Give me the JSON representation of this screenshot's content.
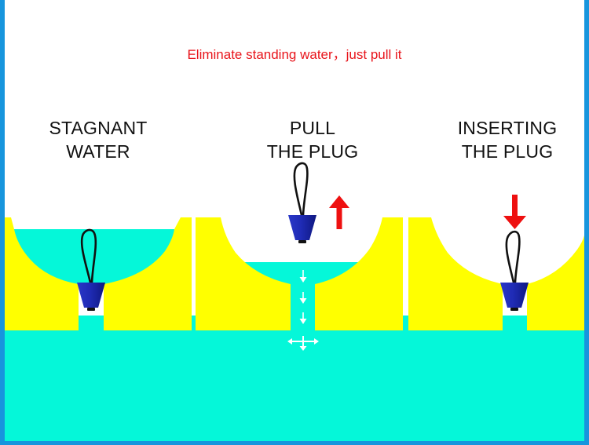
{
  "title": "Eliminate standing water，just pull it",
  "colors": {
    "water": "#05f7d9",
    "ground": "#ffff00",
    "plug": "#1f2bb5",
    "plug_shade": "#101a8a",
    "arrow": "#ee1010",
    "border": "#1795dd",
    "flow_arrows": "#ffffff"
  },
  "panels": [
    {
      "id": "stagnant-water",
      "label_line1": "STAGNANT",
      "label_line2": "WATER",
      "state": "plug inserted, water standing in basin",
      "arrow": "none"
    },
    {
      "id": "pull-the-plug",
      "label_line1": "PULL",
      "label_line2": "THE PLUG",
      "state": "plug removed, water draining",
      "arrow": "up"
    },
    {
      "id": "inserting-the-plug",
      "label_line1": "INSERTING",
      "label_line2": "THE PLUG",
      "state": "basin empty, plug inserted",
      "arrow": "down"
    }
  ],
  "icons": {
    "plug": "drain-plug-icon",
    "up_arrow": "arrow-up-icon",
    "down_arrow": "arrow-down-icon",
    "flow": "flow-down-arrows",
    "spread": "spread-arrows-icon"
  }
}
